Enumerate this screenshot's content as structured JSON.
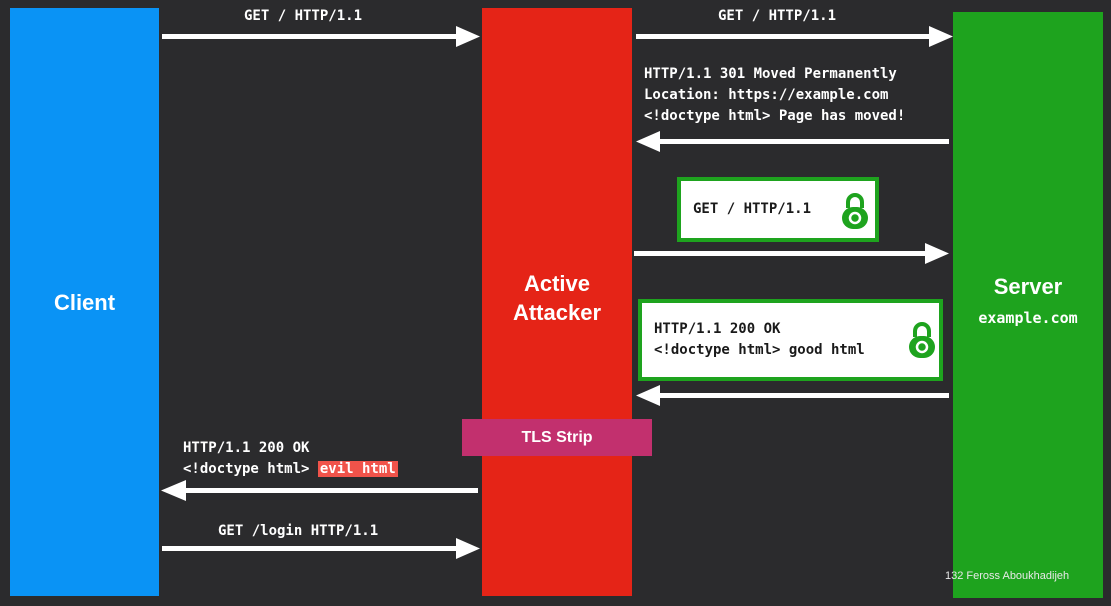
{
  "columns": {
    "client": {
      "title": "Client"
    },
    "attacker": {
      "title_line1": "Active",
      "title_line2": "Attacker"
    },
    "server": {
      "title": "Server",
      "host": "example.com"
    }
  },
  "messages": {
    "m1": "GET / HTTP/1.1",
    "m2": "GET / HTTP/1.1",
    "m3": {
      "line1": "HTTP/1.1 301 Moved Permanently",
      "line2": "Location: https://example.com",
      "line3": "<!doctype html> Page has moved!"
    },
    "m4": {
      "text": "GET / HTTP/1.1",
      "icon": "padlock-icon"
    },
    "m5": {
      "line1": "HTTP/1.1 200 OK",
      "line2": "<!doctype html> good html",
      "icon": "padlock-icon"
    },
    "m6": {
      "line1": "HTTP/1.1 200 OK",
      "line2_prefix": "<!doctype html> ",
      "line2_highlight": "evil html"
    },
    "m7": "GET /login HTTP/1.1"
  },
  "tls_strip": "TLS Strip",
  "footer": "132 Feross Aboukhadijeh",
  "colors": {
    "client": "#0a93f5",
    "attacker": "#e52417",
    "server": "#1ea31e",
    "tls_strip": "#c2306e",
    "highlight": "#f0534a"
  }
}
